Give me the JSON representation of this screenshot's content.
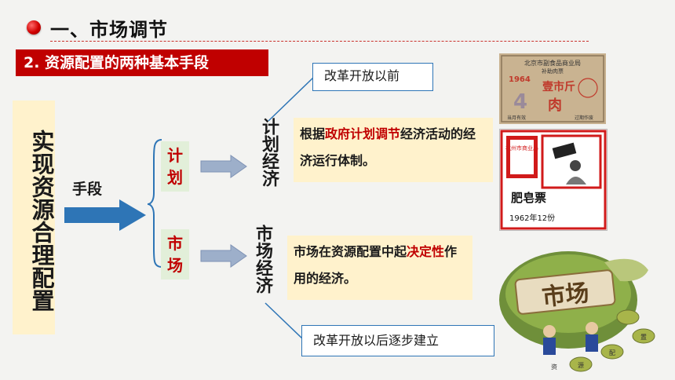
{
  "header": {
    "title": "一、市场调节",
    "subtitle": "2. 资源配置的两种基本手段"
  },
  "diagram": {
    "goal": "实现资源合理配置",
    "means_label": "手段",
    "plan": {
      "method": "计划",
      "economy": "计划经济",
      "note": "改革开放以前",
      "definition_pre": "根据",
      "definition_highlight": "政府计划调节",
      "definition_post": "经济活动的经济运行体制。"
    },
    "market": {
      "method": "市场",
      "economy": "市场经济",
      "note": "改革开放以后逐步建立",
      "definition_pre": "市场在资源配置中起",
      "definition_highlight": "决定性",
      "definition_post": "作用的经济。"
    }
  },
  "images": {
    "ticket1": {
      "header": "北京市副食品商业局",
      "sub": "补助肉票",
      "year": "1964",
      "amount": "壹市斤",
      "item": "肉",
      "corner": "北京市副食品商业局",
      "left_foot": "当月有效",
      "right_foot": "过期作废"
    },
    "ticket2": {
      "stamp": "杭州市商业局",
      "name": "肥皂票",
      "date": "1962年12份"
    },
    "market_art": {
      "word": "市场",
      "bowls": [
        "资",
        "源",
        "配",
        "置"
      ]
    }
  },
  "colors": {
    "accent_red": "#c00000",
    "box_yellow": "#fff2cc",
    "box_green": "#e2efd9",
    "arrow_blue": "#2e75b6",
    "arrow_gray_blue": "#9dafca"
  }
}
